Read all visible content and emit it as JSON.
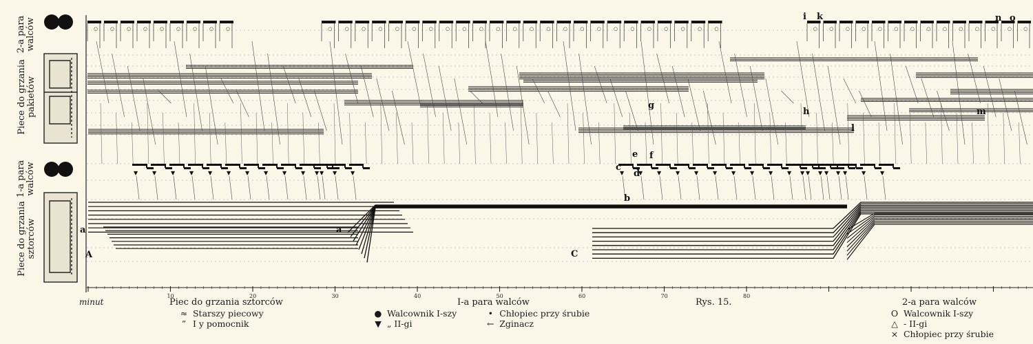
{
  "row_labels": {
    "rolls_2": "2-a para\nwalców",
    "furnace_packs": "Piece do grzania\npakietów",
    "rolls_1": "1-a para\nwalców",
    "furnace_bars": "Piece do grzania\nsztorców"
  },
  "markers": {
    "a": "a",
    "a_prime": "a",
    "A": "A",
    "C": "C",
    "b": "b",
    "c": "c",
    "d": "d",
    "e": "e",
    "f": "f",
    "g": "g",
    "h": "h",
    "i": "i",
    "k": "k",
    "l": "l",
    "m": "m",
    "n": "n",
    "o": "o"
  },
  "axis": {
    "label": "minut",
    "major_ticks": [
      "10",
      "20",
      "30",
      "40",
      "50",
      "60",
      "70",
      "80"
    ]
  },
  "figure_title": "Rys. 15.",
  "legend": {
    "bars": {
      "title": "Piec do grzania sztorców",
      "items": [
        {
          "symbol": "≈",
          "label": "Starszy piecowy"
        },
        {
          "symbol": "”",
          "label": "I y pomocnik"
        }
      ]
    },
    "rolls1": {
      "title": "I-a para walców",
      "items": [
        {
          "symbol": "●",
          "label": "Walcownik I-szy"
        },
        {
          "symbol": "▼",
          "label": "„      II-gi"
        },
        {
          "symbol": "•",
          "label": "Chłopiec przy śrubie"
        },
        {
          "symbol": "←",
          "label": "Zginacz"
        }
      ]
    },
    "rolls2": {
      "title": "2-a para walców",
      "items": [
        {
          "symbol": "O",
          "label": "Walcownik I-szy"
        },
        {
          "symbol": "△",
          "label": "-        II-gi"
        },
        {
          "symbol": "×",
          "label": "Chłopiec przy śrubie"
        }
      ]
    }
  }
}
